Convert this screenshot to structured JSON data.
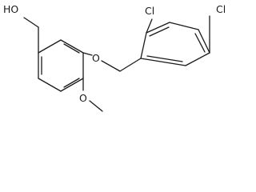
{
  "molecule": {
    "labels": {
      "hydroxyl": "HO",
      "ether_oxygen": "O",
      "methoxy_oxygen": "O",
      "chloro_ortho": "Cl",
      "chloro_para": "Cl"
    }
  }
}
